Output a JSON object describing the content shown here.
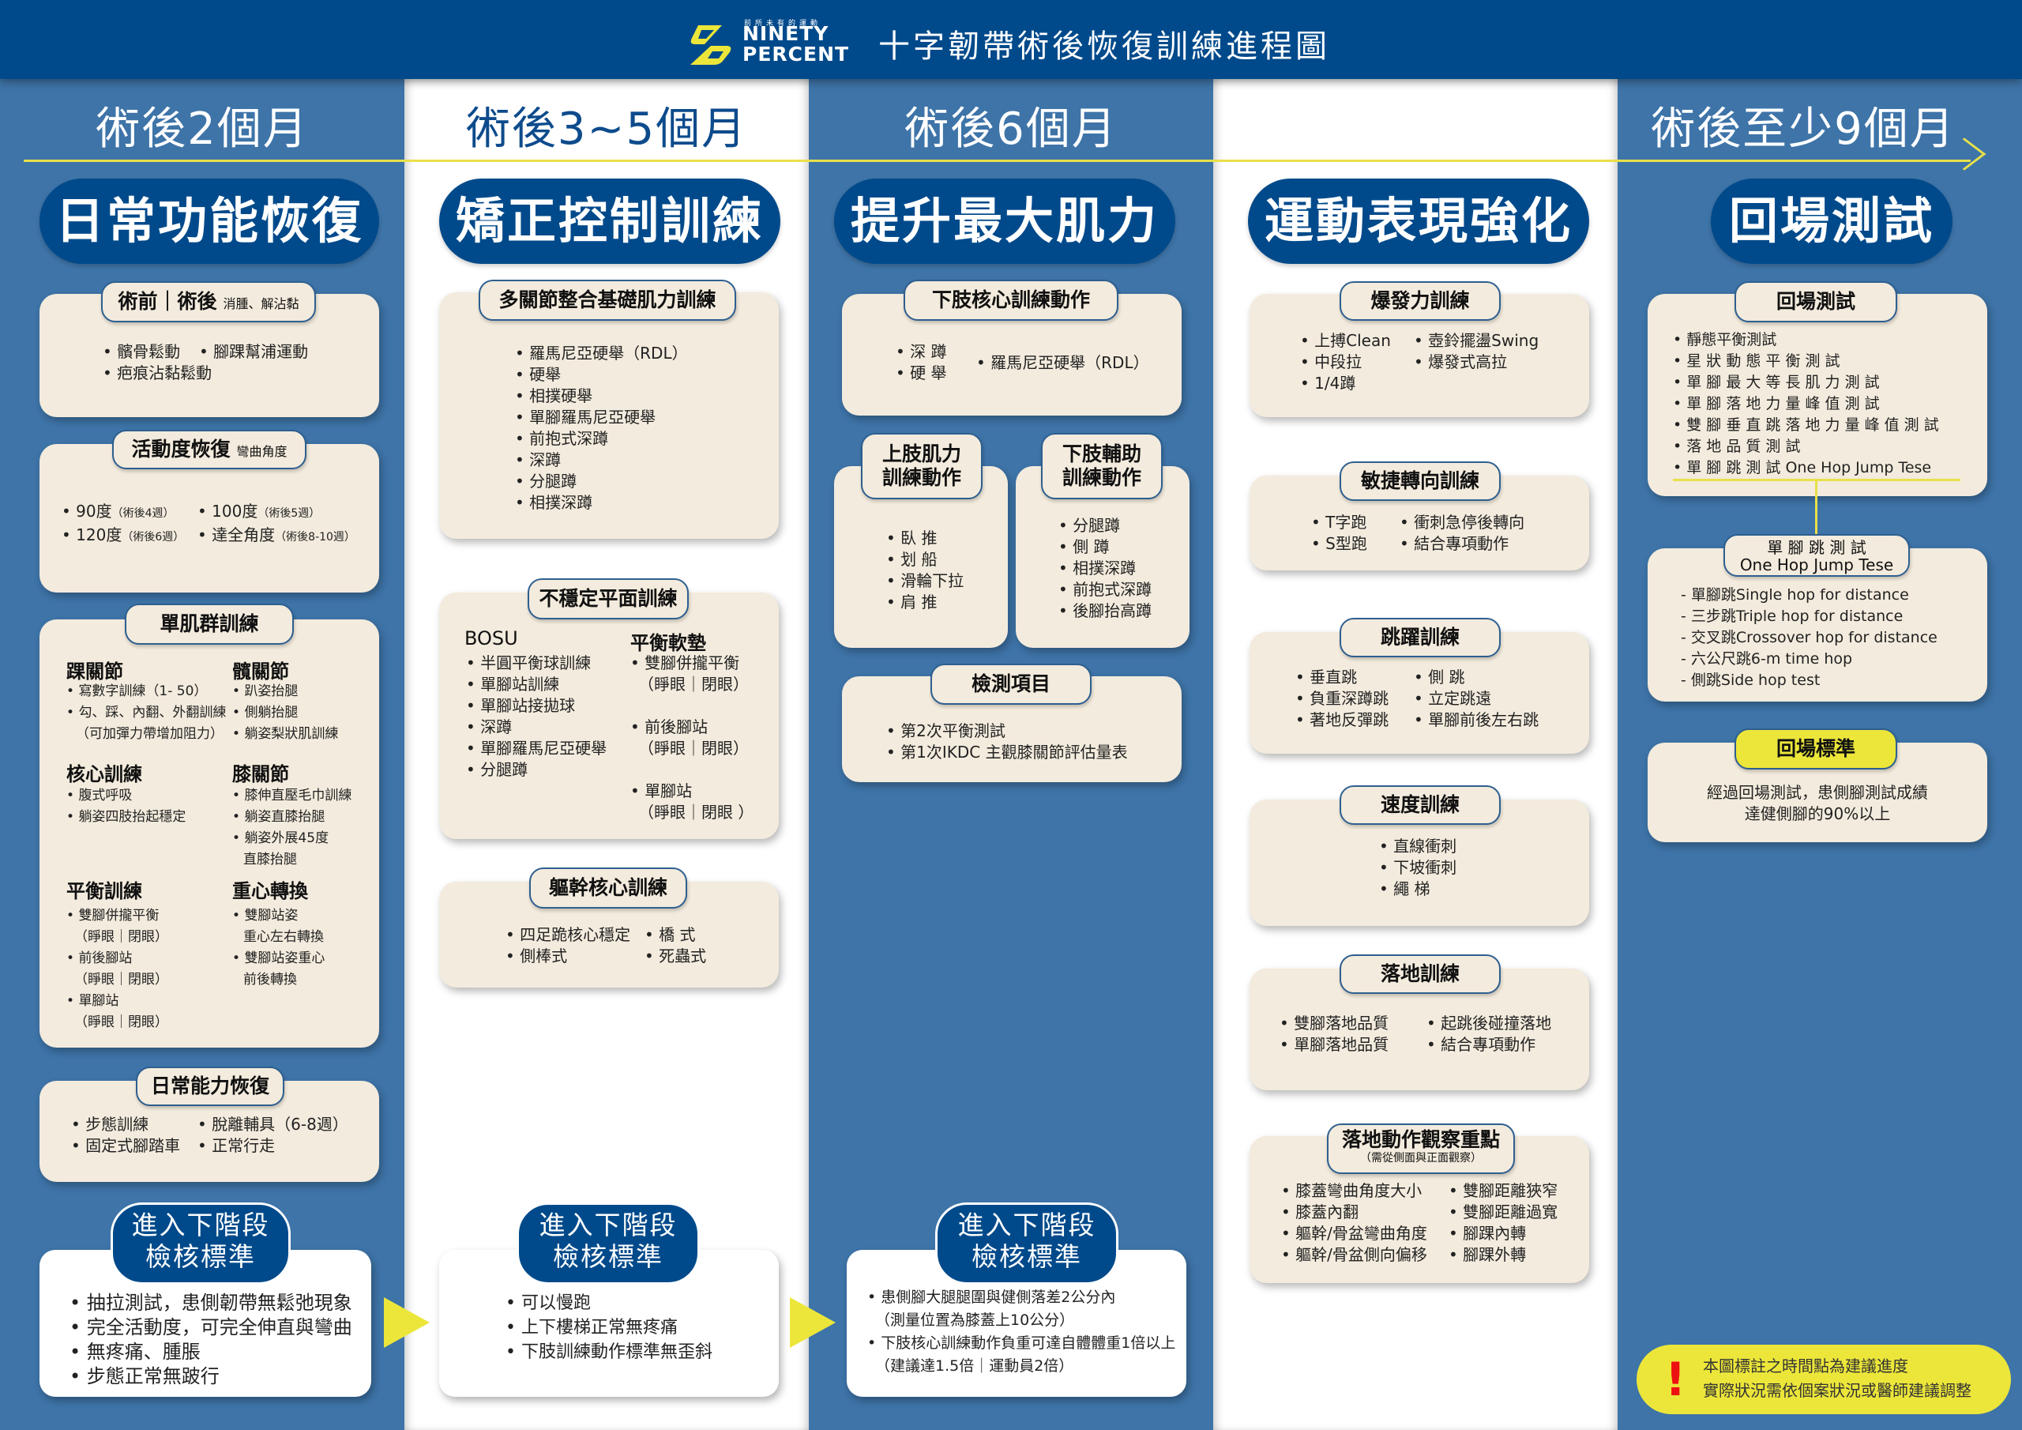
{
  "header": {
    "brand_sub": "前所未有的運動",
    "brand_line1": "NINETY",
    "brand_line2": "PERCENT",
    "title": "十字韌帶術後恢復訓練進程圖"
  },
  "timeline": {
    "periods": [
      "術後2個月",
      "術後3~5個月",
      "術後6個月",
      "",
      "術後至少9個月"
    ],
    "accent_color": "#e8e04a"
  },
  "colors": {
    "header_blue": "#004a8b",
    "column_blue": "#3e74a8",
    "card_beige": "#f3ebdd",
    "highlight_yellow": "#ece63a",
    "alert_red": "#e11111"
  },
  "stages": [
    {
      "title": "日常功能恢復",
      "cards": [
        {
          "tag_main": "術前｜術後",
          "tag_small": "消腫、解沾黏",
          "items_left": [
            "髕骨鬆動",
            "疤痕沾黏鬆動"
          ],
          "items_right": [
            "腳踝幫浦運動"
          ]
        },
        {
          "tag_main": "活動度恢復",
          "tag_small": "彎曲角度",
          "items": [
            {
              "text": "90度",
              "note": "（術後4週）"
            },
            {
              "text": "100度",
              "note": "（術後5週）"
            },
            {
              "text": "120度",
              "note": "（術後6週）"
            },
            {
              "text": "達全角度",
              "note": "（術後8-10週）"
            }
          ]
        },
        {
          "tag_main": "單肌群訓練",
          "groups": [
            {
              "title": "踝關節",
              "items": [
                "寫數字訓練（1- 50）",
                "勾、踩、內翻、外翻訓練",
                "（可加彈力帶增加阻力）"
              ]
            },
            {
              "title": "髖關節",
              "items": [
                "趴姿抬腿",
                "側躺抬腿",
                "躺姿梨狀肌訓練"
              ]
            },
            {
              "title": "核心訓練",
              "items": [
                "腹式呼吸",
                "躺姿四肢抬起穩定"
              ]
            },
            {
              "title": "膝關節",
              "items": [
                "膝伸直壓毛巾訓練",
                "躺姿直膝抬腿",
                "躺姿外展45度",
                "直膝抬腿"
              ]
            },
            {
              "title": "平衡訓練",
              "items": [
                "雙腳併攏平衡",
                "（睜眼｜閉眼）",
                "前後腳站",
                "（睜眼｜閉眼）",
                "單腳站",
                "（睜眼｜閉眼）"
              ]
            },
            {
              "title": "重心轉換",
              "items": [
                "雙腳站姿",
                "重心左右轉換",
                "雙腳站姿重心",
                "前後轉換"
              ]
            }
          ]
        },
        {
          "tag_main": "日常能力恢復",
          "items_left": [
            "步態訓練",
            "固定式腳踏車"
          ],
          "items_right": [
            "脫離輔具（6-8週）",
            "正常行走"
          ]
        }
      ],
      "criteria_title_1": "進入下階段",
      "criteria_title_2": "檢核標準",
      "criteria": [
        "抽拉測試，患側韌帶無鬆弛現象",
        "完全活動度，可完全伸直與彎曲",
        "無疼痛、腫脹",
        "步態正常無跛行"
      ]
    },
    {
      "title": "矯正控制訓練",
      "cards": [
        {
          "tag_main": "多關節整合基礎肌力訓練",
          "items": [
            "羅馬尼亞硬舉（RDL）",
            "硬舉",
            "相撲硬舉",
            "單腳羅馬尼亞硬舉",
            "前抱式深蹲",
            "深蹲",
            "分腿蹲",
            "相撲深蹲"
          ]
        },
        {
          "tag_main": "不穩定平面訓練",
          "left_title": "BOSU",
          "left_items": [
            "半圓平衡球訓練",
            "單腳站訓練",
            "單腳站接拋球",
            "深蹲",
            "單腳羅馬尼亞硬舉",
            "分腿蹲"
          ],
          "right_title": "平衡軟墊",
          "right_items": [
            "雙腳併攏平衡",
            "（睜眼｜閉眼）",
            "前後腳站",
            "（睜眼｜閉眼）",
            "單腳站",
            "（睜眼｜閉眼 ）"
          ]
        },
        {
          "tag_main": "軀幹核心訓練",
          "items_left": [
            "四足跪核心穩定",
            "側棒式"
          ],
          "items_right": [
            "橋 式",
            "死蟲式"
          ]
        }
      ],
      "criteria_title_1": "進入下階段",
      "criteria_title_2": "檢核標準",
      "criteria": [
        "可以慢跑",
        "上下樓梯正常無疼痛",
        "下肢訓練動作標準無歪斜"
      ]
    },
    {
      "title": "提升最大肌力",
      "cards": [
        {
          "tag_main": "下肢核心訓練動作",
          "items_left": [
            "深 蹲",
            "硬 舉"
          ],
          "items_right": [
            "羅馬尼亞硬舉（RDL）"
          ]
        },
        {
          "tag_line1": "上肢肌力",
          "tag_line2": "訓練動作",
          "items": [
            "臥 推",
            "划 船",
            "滑輪下拉",
            "肩 推"
          ]
        },
        {
          "tag_line1": "下肢輔助",
          "tag_line2": "訓練動作",
          "items": [
            "分腿蹲",
            "側 蹲",
            "相撲深蹲",
            "前抱式深蹲",
            "後腳抬高蹲"
          ]
        },
        {
          "tag_main": "檢測項目",
          "items": [
            "第2次平衡測試",
            "第1次IKDC 主觀膝關節評估量表"
          ]
        }
      ],
      "criteria_title_1": "進入下階段",
      "criteria_title_2": "檢核標準",
      "criteria": [
        "患側腳大腿腿圍與健側落差2公分內",
        "（測量位置為膝蓋上10公分）",
        "下肢核心訓練動作負重可達自體體重1倍以上",
        "（建議達1.5倍｜運動員2倍）"
      ]
    },
    {
      "title": "運動表現強化",
      "cards": [
        {
          "tag_main": "爆發力訓練",
          "items_left": [
            "上搏Clean",
            "中段拉",
            "1/4蹲"
          ],
          "items_right": [
            "壺鈴擺盪Swing",
            "爆發式高拉"
          ]
        },
        {
          "tag_main": "敏捷轉向訓練",
          "items_left": [
            "T字跑",
            "S型跑"
          ],
          "items_right": [
            "衝刺急停後轉向",
            "結合專項動作"
          ]
        },
        {
          "tag_main": "跳躍訓練",
          "items_left": [
            "垂直跳",
            "負重深蹲跳",
            "著地反彈跳"
          ],
          "items_right": [
            "側 跳",
            "立定跳遠",
            "單腳前後左右跳"
          ]
        },
        {
          "tag_main": "速度訓練",
          "items": [
            "直線衝刺",
            "下坡衝刺",
            "繩 梯"
          ]
        },
        {
          "tag_main": "落地訓練",
          "items_left": [
            "雙腳落地品質",
            "單腳落地品質"
          ],
          "items_right": [
            "起跳後碰撞落地",
            "結合專項動作"
          ]
        },
        {
          "tag_main": "落地動作觀察重點",
          "tag_sub": "（需從側面與正面觀察）",
          "items_left": [
            "膝蓋彎曲角度大小",
            "膝蓋內翻",
            "軀幹/骨盆彎曲角度",
            "軀幹/骨盆側向偏移"
          ],
          "items_right": [
            "雙腳距離狹窄",
            "雙腳距離過寬",
            "腳踝內轉",
            "腳踝外轉"
          ]
        }
      ]
    },
    {
      "title": "回場測試",
      "cards": [
        {
          "tag_main": "回場測試",
          "items": [
            "靜態平衡測試",
            "星 狀 動 態 平 衡 測 試",
            "單 腳 最 大 等 長 肌 力 測 試",
            "單 腳 落 地 力 量 峰 值 測 試",
            "雙 腳 垂 直 跳 落 地 力 量 峰 值 測 試",
            "落 地 品 質 測 試",
            "單 腳 跳 測 試 One Hop Jump Tese"
          ]
        },
        {
          "tag_line1": "單 腳 跳 測 試",
          "tag_line2": "One Hop Jump Tese",
          "items": [
            "單腳跳Single hop for distance",
            "三步跳Triple hop for distance",
            "交叉跳Crossover hop for distance",
            "六公尺跳6-m time hop",
            "側跳Side hop test"
          ]
        },
        {
          "tag_main": "回場標準",
          "lines": [
            "經過回場測試，患側腳測試成績",
            "達健側腳的90%以上"
          ]
        }
      ]
    }
  ],
  "notice": {
    "icon": "exclamation-icon",
    "lines": [
      "本圖標註之時間點為建議進度",
      "實際狀況需依個案狀況或醫師建議調整"
    ]
  }
}
